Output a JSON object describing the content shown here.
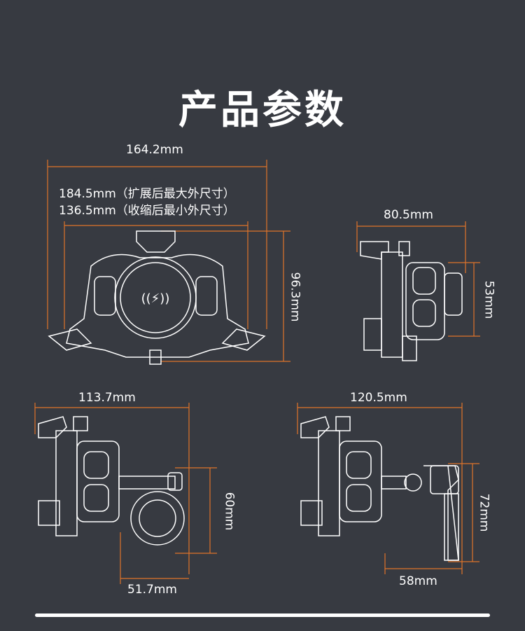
{
  "title": "产品参数",
  "dimensions": {
    "front_width": "164.2mm",
    "expanded_size": "184.5mm（扩展后最大外尺寸）",
    "collapsed_size": "136.5mm（收缩后最小外尺寸）",
    "front_height": "96.3mm",
    "side_width": "80.5mm",
    "side_height": "53mm",
    "clamp_width": "113.7mm",
    "clamp_height": "60mm",
    "clamp_base": "51.7mm",
    "arm_width": "120.5mm",
    "arm_height": "72mm",
    "arm_base": "58mm"
  },
  "colors": {
    "background": "#373a41",
    "dimension_line": "#e0742a",
    "text": "#ffffff"
  },
  "icons": [
    "wireless-charging-icon"
  ]
}
